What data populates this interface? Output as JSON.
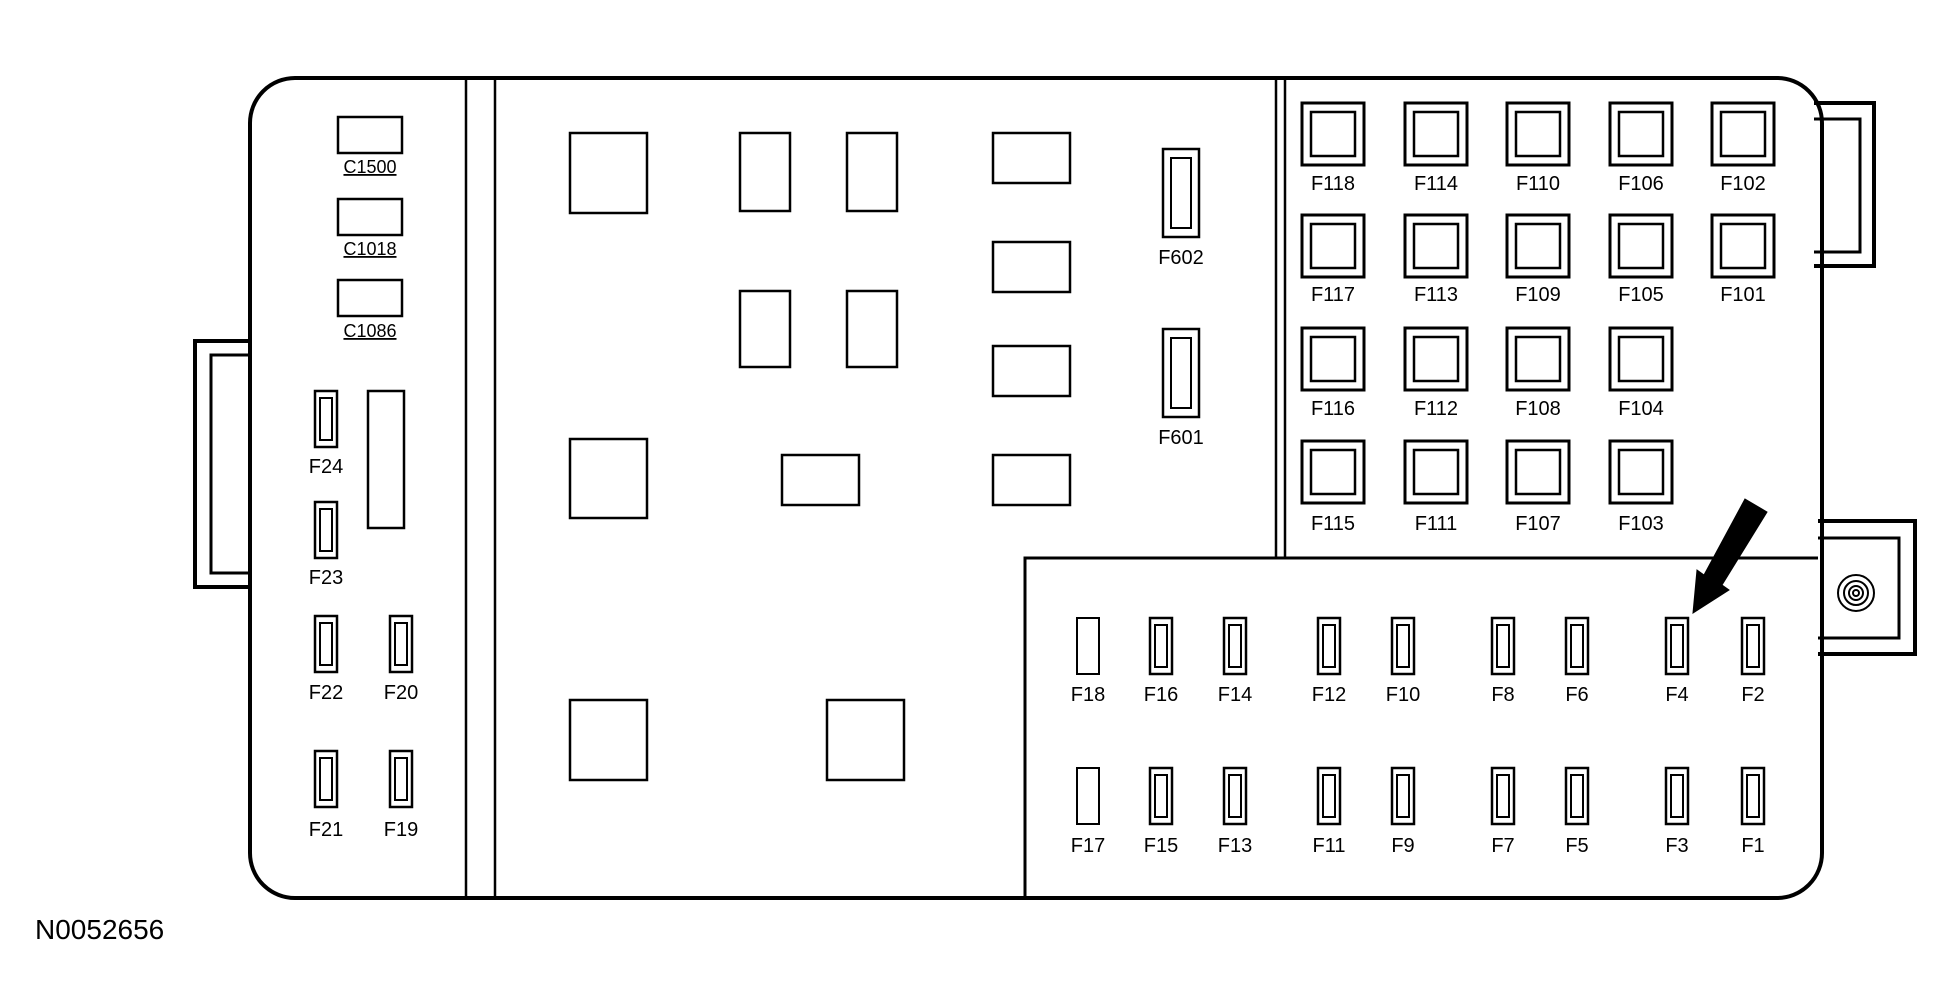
{
  "diagram_id": "N0052656",
  "connectors": [
    "C1500",
    "C1018",
    "C1086"
  ],
  "left_fuses": [
    "F24",
    "F23",
    "F22",
    "F20",
    "F21",
    "F19"
  ],
  "maxi_fuses": [
    "F602",
    "F601"
  ],
  "large_fuses": [
    [
      "F118",
      "F114",
      "F110",
      "F106",
      "F102"
    ],
    [
      "F117",
      "F113",
      "F109",
      "F105",
      "F101"
    ],
    [
      "F116",
      "F112",
      "F108",
      "F104"
    ],
    [
      "F115",
      "F111",
      "F107",
      "F103"
    ]
  ],
  "mini_fuses_top": [
    "F18",
    "F16",
    "F14",
    "F12",
    "F10",
    "F8",
    "F6",
    "F4",
    "F2"
  ],
  "mini_fuses_bottom": [
    "F17",
    "F15",
    "F13",
    "F11",
    "F9",
    "F7",
    "F5",
    "F3",
    "F1"
  ]
}
